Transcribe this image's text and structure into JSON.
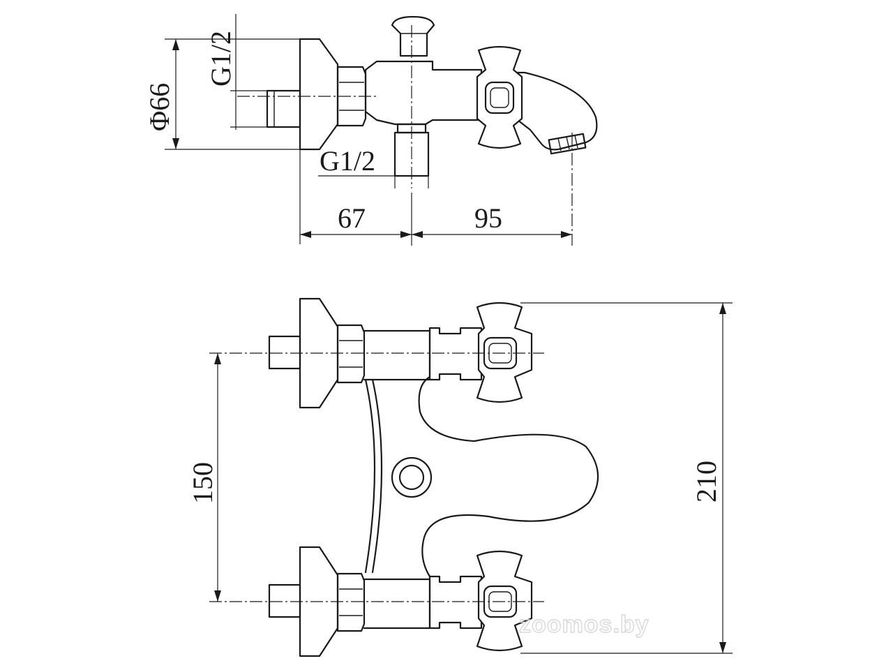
{
  "drawing": {
    "side_view": {
      "diameter_label": "Φ66",
      "inlet_thread_label": "G1/2",
      "outlet_thread_label": "G1/2",
      "dim_a_label": "67",
      "dim_b_label": "95"
    },
    "front_view": {
      "center_distance_label": "150",
      "overall_height_label": "210"
    },
    "watermark": "zoomos.by"
  }
}
